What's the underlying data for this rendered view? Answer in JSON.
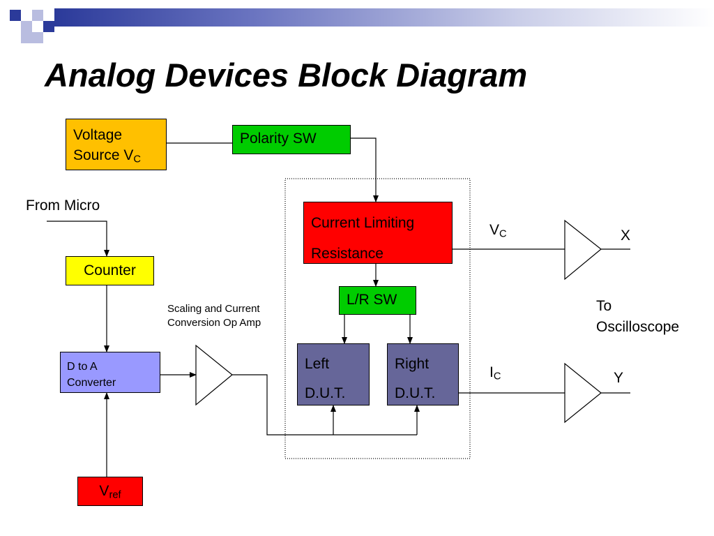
{
  "title": "Analog Devices Block Diagram",
  "colors": {
    "orange": "#ffc000",
    "green": "#00cc00",
    "red": "#ff0000",
    "yellow": "#ffff00",
    "lavender": "#9999ff",
    "slate": "#666699",
    "accent": "#2b3a9a"
  },
  "blocks": {
    "voltage_source": {
      "line1": "Voltage",
      "line2": "Source V",
      "sub": "C"
    },
    "polarity_sw": {
      "label": "Polarity SW"
    },
    "current_limiting": {
      "line1": "Current Limiting",
      "line2": "Resistance"
    },
    "lr_sw": {
      "label": "L/R SW"
    },
    "left_dut": {
      "line1": "Left",
      "line2": "D.U.T."
    },
    "right_dut": {
      "line1": "Right",
      "line2": "D.U.T."
    },
    "counter": {
      "label": "Counter"
    },
    "d_to_a": {
      "line1": "D to A",
      "line2": "Converter"
    },
    "vref": {
      "main": "V",
      "sub": "ref"
    }
  },
  "labels": {
    "from_micro": "From Micro",
    "scaling_line1": "Scaling and Current",
    "scaling_line2": "Conversion Op Amp",
    "vc_main": "V",
    "vc_sub": "C",
    "ic_main": "I",
    "ic_sub": "C",
    "x": "X",
    "y": "Y",
    "to_line1": "To",
    "to_line2": "Oscilloscope"
  }
}
